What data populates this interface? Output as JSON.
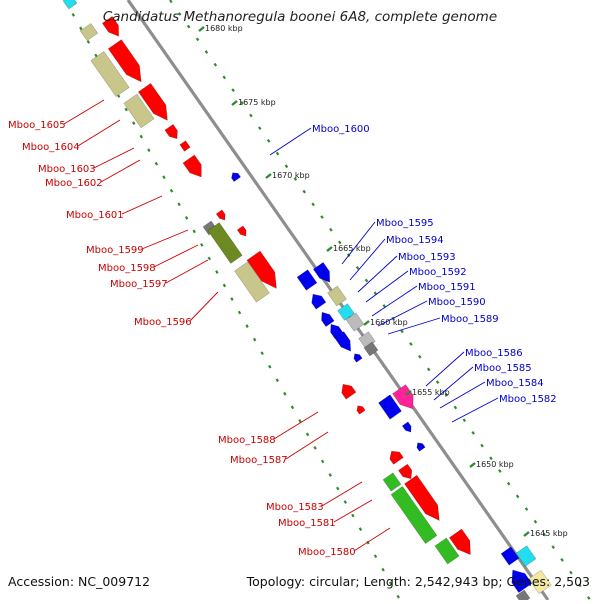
{
  "title": "Candidatus Methanoregula boonei 6A8, complete genome",
  "footer": {
    "accession": "Accession: NC_009712",
    "stats": "Topology: circular; Length: 2,542,943 bp; Genes: 2,503"
  },
  "colors": {
    "backbone": "#8e8e8e",
    "dots": "#2e8b2e",
    "left_label": "#cc0000",
    "right_label": "#0000cc",
    "red": "#ff0000",
    "olive": "#c8c68a",
    "dark_olive": "#6d8a22",
    "green": "#33bb22",
    "blue": "#0000ee",
    "cyan": "#22ddee",
    "gray": "#bbbbbb",
    "dark_gray": "#777777",
    "magenta": "#ff2299",
    "yellow": "#f3e9a2"
  },
  "ticks": [
    "1680 kbp",
    "1675 kbp",
    "1670 kbp",
    "1665 kbp",
    "1660 kbp",
    "1655 kbp",
    "1650 kbp",
    "1645 kbp"
  ],
  "left_labels": [
    "Mboo_1605",
    "Mboo_1604",
    "Mboo_1603",
    "Mboo_1602",
    "Mboo_1601",
    "Mboo_1599",
    "Mboo_1598",
    "Mboo_1597",
    "Mboo_1596",
    "Mboo_1588",
    "Mboo_1587",
    "Mboo_1583",
    "Mboo_1581",
    "Mboo_1580"
  ],
  "right_labels": [
    "Mboo_1600",
    "Mboo_1595",
    "Mboo_1594",
    "Mboo_1593",
    "Mboo_1592",
    "Mboo_1591",
    "Mboo_1590",
    "Mboo_1589",
    "Mboo_1586",
    "Mboo_1585",
    "Mboo_1584",
    "Mboo_1582"
  ]
}
